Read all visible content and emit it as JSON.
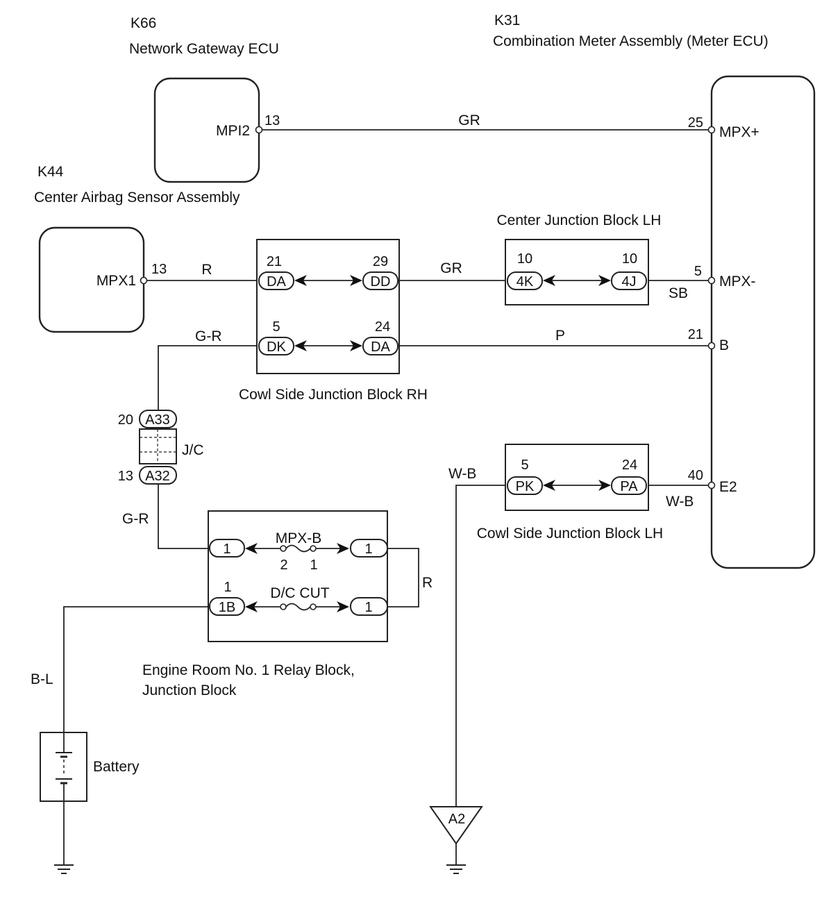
{
  "components": {
    "gateway": {
      "id": "K66",
      "name": "Network Gateway ECU",
      "pin_name": "MPI2",
      "pin": "13"
    },
    "meter": {
      "id": "K31",
      "name": "Combination Meter Assembly (Meter ECU)",
      "pins": [
        {
          "name": "MPX+",
          "num": "25"
        },
        {
          "name": "MPX-",
          "num": "5"
        },
        {
          "name": "B",
          "num": "21"
        },
        {
          "name": "E2",
          "num": "40"
        }
      ]
    },
    "airbag": {
      "id": "K44",
      "name": "Center Airbag Sensor Assembly",
      "pin_name": "MPX1",
      "pin": "13"
    }
  },
  "junction_blocks": {
    "cowl_rh": {
      "name": "Cowl Side Junction Block RH",
      "c1": {
        "pin": "21",
        "code": "DA"
      },
      "c2": {
        "pin": "29",
        "code": "DD"
      },
      "c3": {
        "pin": "5",
        "code": "DK"
      },
      "c4": {
        "pin": "24",
        "code": "DA"
      }
    },
    "center_lh": {
      "name": "Center Junction Block LH",
      "c1": {
        "pin": "10",
        "code": "4K"
      },
      "c2": {
        "pin": "10",
        "code": "4J"
      }
    },
    "cowl_lh": {
      "name": "Cowl Side Junction Block LH",
      "c1": {
        "pin": "5",
        "code": "PK"
      },
      "c2": {
        "pin": "24",
        "code": "PA"
      }
    },
    "jc": {
      "label": "J/C",
      "top": {
        "pin": "20",
        "code": "A33"
      },
      "bottom": {
        "pin": "13",
        "code": "A32"
      }
    },
    "relay": {
      "name_line1": "Engine Room No. 1 Relay Block,",
      "name_line2": "Junction Block",
      "fuse1": {
        "name": "MPX-B",
        "pin_left": "2",
        "pin_right": "1"
      },
      "fuse2": {
        "name": "D/C CUT"
      },
      "c_left1": {
        "code": "1"
      },
      "c_right1": {
        "code": "1"
      },
      "c_left2": {
        "pin": "1",
        "code": "1B"
      },
      "c_right2": {
        "code": "1"
      }
    }
  },
  "wires": {
    "w_mpx_plus": "GR",
    "w_airbag": "R",
    "w_dd_4k": "GR",
    "w_mpx_minus": "SB",
    "w_b": "P",
    "w_dk": "G-R",
    "w_jc_relay": "G-R",
    "w_relay_loop": "R",
    "w_battery": "B-L",
    "w_ground_left": "W-B",
    "w_e2": "W-B"
  },
  "battery": {
    "label": "Battery"
  },
  "ground": {
    "label": "A2"
  }
}
